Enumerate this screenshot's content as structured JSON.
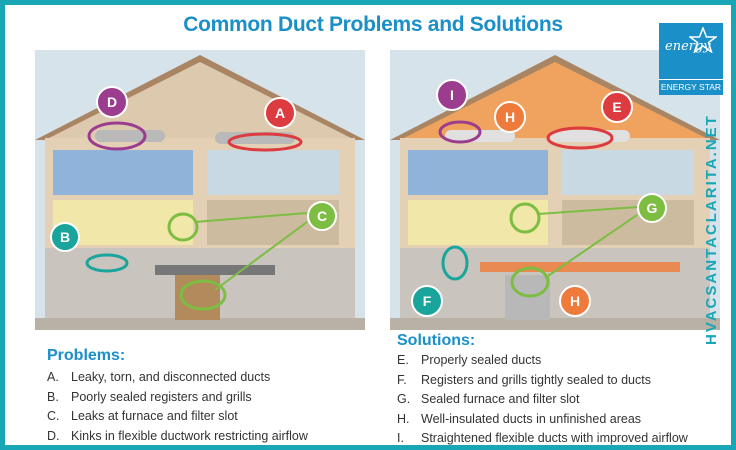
{
  "title": "Common Duct Problems and Solutions",
  "badge": {
    "script": "energy",
    "name": "ENERGY STAR"
  },
  "website": "HVACSANTACLARITA.NET",
  "problems": {
    "heading": "Problems:",
    "items": [
      {
        "key": "A.",
        "text": "Leaky, torn, and disconnected ducts"
      },
      {
        "key": "B.",
        "text": "Poorly sealed registers and grills"
      },
      {
        "key": "C.",
        "text": "Leaks at furnace and filter slot"
      },
      {
        "key": "D.",
        "text": "Kinks in flexible ductwork restricting airflow"
      }
    ]
  },
  "solutions": {
    "heading": "Solutions:",
    "items": [
      {
        "key": "E.",
        "text": "Properly sealed ducts"
      },
      {
        "key": "F.",
        "text": "Registers and grills tightly sealed to ducts"
      },
      {
        "key": "G.",
        "text": "Sealed furnace and filter slot"
      },
      {
        "key": "H.",
        "text": "Well-insulated ducts in unfinished areas"
      },
      {
        "key": "I.",
        "text": "Straightened flexible ducts with improved airflow"
      }
    ]
  },
  "callouts_left": {
    "a": "A",
    "b": "B",
    "c": "C",
    "d": "D"
  },
  "callouts_right": {
    "e": "E",
    "f": "F",
    "g": "G",
    "h1": "H",
    "h2": "H",
    "i": "I"
  },
  "colors": {
    "accent": "#1b8fc7",
    "border": "#19a6b5",
    "callout_red": "#dc3b3f",
    "callout_purple": "#9c3c8f",
    "callout_teal": "#1aa59c",
    "callout_green": "#7cbd42",
    "callout_orange": "#ee7a3b"
  }
}
